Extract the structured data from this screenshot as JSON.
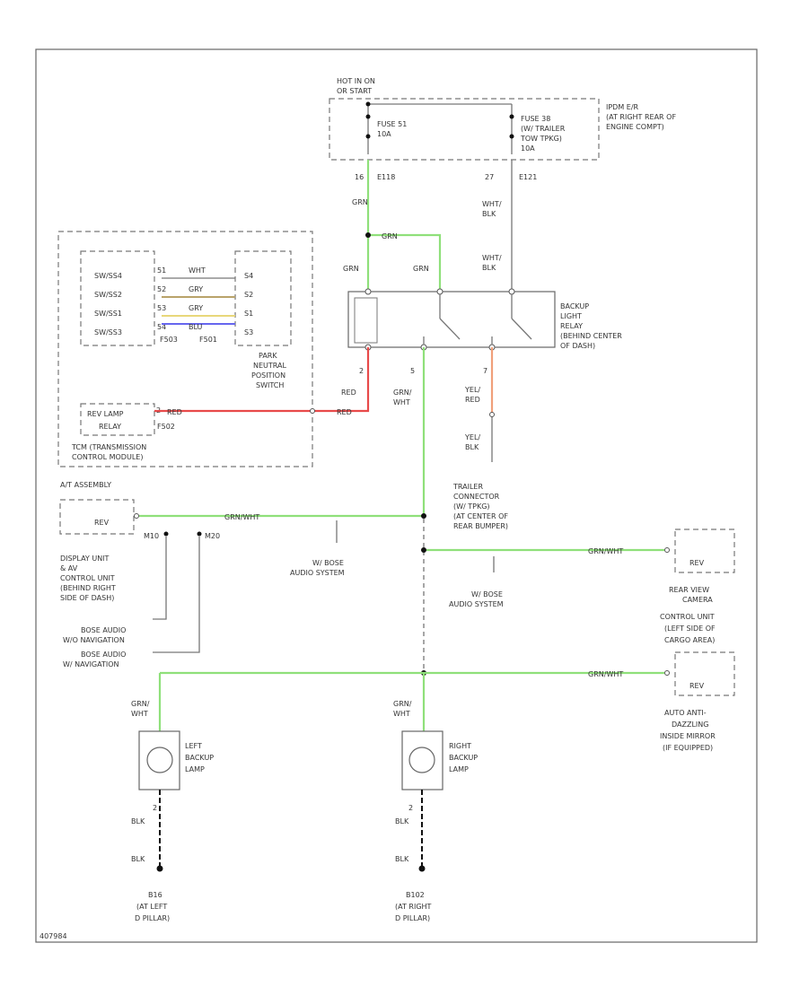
{
  "colors": {
    "grn": "#8fe07a",
    "red": "#e84a4a",
    "orange": "#f0a07a",
    "wht": "#dddddd",
    "gry": "#b9a36a",
    "blu": "#6666ee",
    "wire": "#777777"
  },
  "power": {
    "hot_label_1": "HOT IN ON",
    "hot_label_2": "OR START",
    "fuse1_line1": "FUSE 51",
    "fuse1_line2": "10A",
    "fuse2_line1": "FUSE 38",
    "fuse2_line2": "(W/ TRAILER",
    "fuse2_line3": "TOW TPKG)",
    "fuse2_line4": "10A",
    "location_1": "IPDM E/R",
    "location_2": "(AT RIGHT REAR OF",
    "location_3": "ENGINE COMPT)",
    "pin_left": "16",
    "conn_left": "E118",
    "pin_right": "27",
    "conn_right": "E121"
  },
  "wires": {
    "grn": "GRN",
    "wht_blk": "WHT/",
    "wht_blk2": "BLK",
    "red": "RED",
    "grn_wht": "GRN/",
    "grn_wht2": "WHT",
    "yel_red": "YEL/",
    "yel_red2": "RED",
    "yel_blk": "YEL/",
    "yel_blk2": "BLK",
    "grn_wht_combined": "GRN/WHT",
    "blk": "BLK",
    "wht": "WHT",
    "gry": "GRY",
    "blu": "BLU"
  },
  "relay": {
    "line1": "BACKUP",
    "line2": "LIGHT",
    "line3": "RELAY",
    "line4": "(BEHIND CENTER",
    "line5": "OF DASH)",
    "pin2": "2",
    "pin5": "5",
    "pin7": "7"
  },
  "tcm": {
    "sw4": "SW/SS4",
    "sw2": "SW/SS2",
    "sw1": "SW/SS1",
    "sw3": "SW/SS3",
    "f503": "F503",
    "f501": "F501",
    "s4": "S4",
    "s2": "S2",
    "s1": "S1",
    "s3": "S3",
    "pin_52": "52",
    "pin_51": "51",
    "pin_53": "53",
    "pin_54": "54",
    "png_1": "PARK",
    "png_2": "NEUTRAL",
    "png_3": "POSITION",
    "png_4": "SWITCH",
    "rev_lamp_1": "REV LAMP",
    "rev_lamp_2": "RELAY",
    "f502": "F502",
    "f502_pin": "2",
    "tcm_1": "TCM (TRANSMISSION",
    "tcm_2": "CONTROL MODULE)"
  },
  "display": {
    "at_assembly": "A/T ASSEMBLY",
    "rev": "REV",
    "pin_left": "M10",
    "pin_right": "M20",
    "desc_1": "DISPLAY UNIT",
    "desc_2": "& AV",
    "desc_3": "CONTROL UNIT",
    "desc_4": "(BEHIND RIGHT",
    "desc_5": "SIDE OF DASH)",
    "bose_1": "BOSE AUDIO",
    "bose_2": "W/O NAVIGATION",
    "bose_3": "BOSE AUDIO",
    "bose_4": "W/ NAVIGATION",
    "w_bose_1": "W/ BOSE",
    "w_bose_2": "AUDIO SYSTEM"
  },
  "trailer": {
    "line1": "TRAILER",
    "line2": "CONNECTOR",
    "line3": "(W/ TPKG)",
    "line4": "(AT CENTER OF",
    "line5": "REAR BUMPER)",
    "w_bose_1": "W/ BOSE",
    "w_bose_2": "AUDIO SYSTEM"
  },
  "camera": {
    "rev": "REV",
    "line1": "REAR VIEW",
    "line2": "CAMERA",
    "line3": "CONTROL UNIT",
    "line4": "(LEFT SIDE OF",
    "line5": "CARGO AREA)"
  },
  "mirror": {
    "rev": "REV",
    "line1": "AUTO ANTI-",
    "line2": "DAZZLING",
    "line3": "INSIDE MIRROR",
    "line4": "(IF EQUIPPED)"
  },
  "lamps": {
    "left_1": "LEFT",
    "left_2": "BACKUP",
    "left_3": "LAMP",
    "right_1": "RIGHT",
    "right_2": "BACKUP",
    "right_3": "LAMP",
    "pin": "2"
  },
  "grounds": {
    "left_1": "B16",
    "left_2": "(AT LEFT",
    "left_3": "D PILLAR)",
    "right_1": "B102",
    "right_2": "(AT RIGHT",
    "right_3": "D PILLAR)"
  },
  "footer": {
    "code": "407984"
  }
}
